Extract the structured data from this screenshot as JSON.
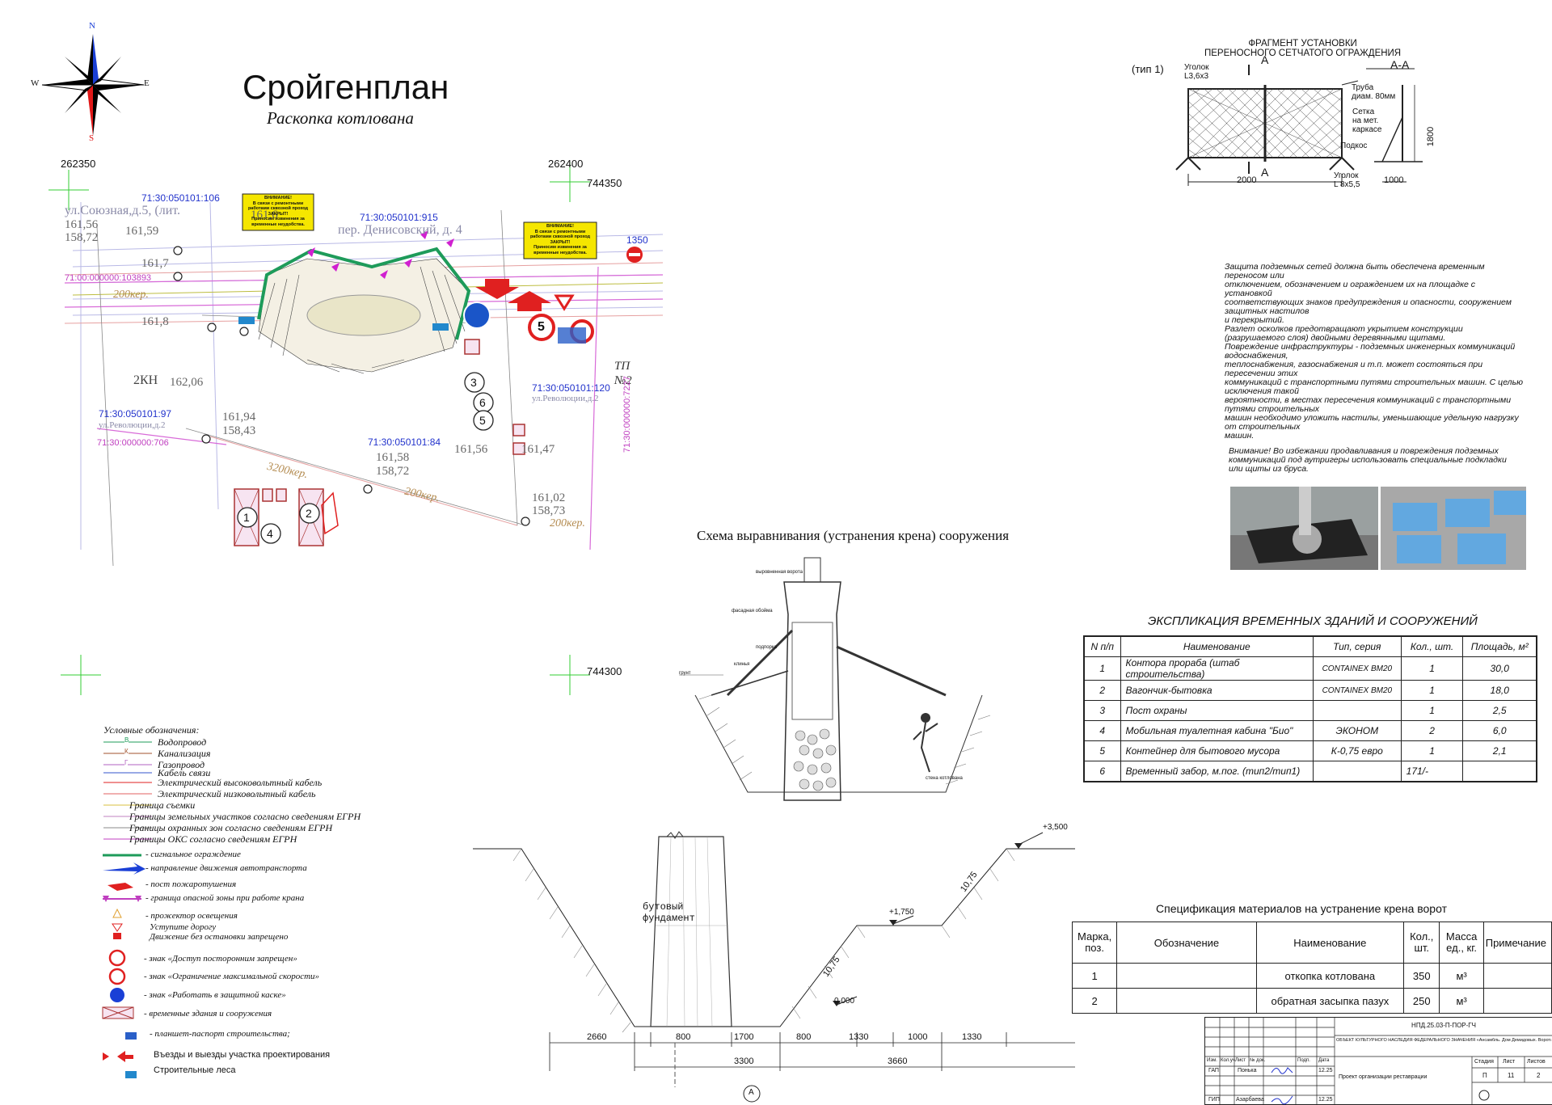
{
  "header": {
    "title": "Сройгенплан",
    "subtitle": "Раскопка котлована"
  },
  "compass": {
    "n": "N",
    "s": "S",
    "w": "W",
    "e": "E"
  },
  "grid": {
    "x1": "262350",
    "x2": "262400",
    "y1": "744350",
    "y2": "744300"
  },
  "plan_labels": {
    "p1": "71:30:050101:106",
    "p2": "ул.Союзная,д.5, (лит.",
    "p3": "71:30:050101:915",
    "p4": "пер. Денисовский, д. 4",
    "p5": "71:00:000000:103893",
    "p6": "200кер.",
    "p7": "2КН",
    "p8": "71:30:050101:97",
    "p9": "ул.Революции,д.2",
    "p10": "71:30:000000:706",
    "p11": "71:30:050101:84",
    "p12": "71:30:050101:120",
    "p13": "ул.Революции,д.2",
    "p14": "ТП",
    "p15": "№2",
    "p16": "71:30:000000:7227",
    "p17": "200кер.",
    "p18": "200кер.",
    "p19": "3200кер.",
    "e1": "161,56",
    "e2": "158,72",
    "e3": "161,94",
    "e4": "158,43",
    "e5": "161,58",
    "e6": "161,47",
    "e7": "161,02",
    "e8": "158,73",
    "e9": "161,56",
    "e10": "158,72",
    "e11": "161,59",
    "e12": "1350",
    "e13": "162,06",
    "e14": "161,7",
    "e15": "161,8",
    "e16": "161,6",
    "t1": "ВНИМАНИЕ!\nВ связи с ремонтными работами сквозной проход ЗАКРЫТ!\nПриносим извинения за временные неудобства.",
    "t2": "ВНИМАНИЕ!\nВ связи с ремонтными работами сквозной проход ЗАКРЫТ!\nПриносим извинения за временные неудобства.",
    "n1": "1",
    "n2": "2",
    "n3": "3",
    "n4": "4",
    "n5": "5",
    "n6": "6",
    "speed": "5"
  },
  "fence": {
    "title": "ФРАГМЕНТ УСТАНОВКИ\nПЕРЕНОСНОГО СЕТЧАТОГО ОГРАЖДЕНИЯ",
    "type": "(тип 1)",
    "aa": "А-А",
    "a": "А",
    "a2": "А",
    "l1": "Уголок\nL3,6х3",
    "l2": "Труба\nдиам. 80мм",
    "l3": "Сетка\nна мет.\nкаркасе",
    "l4": "Подкос",
    "l5": "Уголок\nL 8х5,5",
    "d1": "2000",
    "d2": "1000",
    "d3": "1800"
  },
  "notes": {
    "n1": "Защита подземных сетей должна быть обеспечена временным\nпереносом или\nотключением, обозначением и ограждением их на площадке с\nустановкой\nсоответствующих знаков предупреждения и опасности, сооружением\nзащитных настилов\nи перекрытий.\nРазлет осколков  предотвращают укрытием конструкции\n(разрушаемого слоя) двойными деревянными щитами.\nПовреждение инфраструктуры - подземных инженерных коммуникаций\nводоснабжения,\nтеплоснабжения, газоснабжения и т.п. может состояться при\nпересечении этих\nкоммуникаций с транспортными путями строительных машин. С целью\nисключения такой\nвероятности, в местах пересечения коммуникаций с транспортными\nпутями строительных\nмашин необходимо уложить настилы, уменьшающие удельную нагрузку\nот строительных\nмашин.",
    "n2": "Внимание! Во избежании продавливания и повреждения подземных\nкоммуникаций под аутригеры использовать специальные подкладки\nили щиты из бруса."
  },
  "scheme": {
    "title": "Схема выравнивания (устранения крена) сооружения",
    "l1": "выровненная ворота",
    "l2": "фасадная обойма",
    "l3": "подпорка",
    "l4": "клинья",
    "l5": "грунт",
    "l6": "стена котлована"
  },
  "section": {
    "label": "бутовый\nфундамент",
    "e1": "+3,500",
    "e2": "+1,750",
    "e3": "0,000",
    "s1": "10,75",
    "s2": "10,75",
    "d1": "2660",
    "d2": "800",
    "d3": "1700",
    "d4": "800",
    "d5": "1330",
    "d6": "1000",
    "d7": "1330",
    "t1": "3300",
    "t2": "3660",
    "axis": "А"
  },
  "explication": {
    "title": "ЭКСПЛИКАЦИЯ ВРЕМЕННЫХ ЗДАНИЙ И СООРУЖЕНИЙ",
    "headers": [
      "N п/п",
      "Наименование",
      "Тип, серия",
      "Кол., шт.",
      "Площадь, м²"
    ],
    "rows": [
      [
        "1",
        "Контора прораба (штаб строительства)",
        "CONTAINEX BM20",
        "1",
        "30,0"
      ],
      [
        "2",
        "Вагончик-бытовка",
        "CONTAINEX BM20",
        "1",
        "18,0"
      ],
      [
        "3",
        "Пост охраны",
        "",
        "1",
        "2,5"
      ],
      [
        "4",
        "Мобильная туалетная кабина  \"Био\"",
        "ЭКОНОМ",
        "2",
        "6,0"
      ],
      [
        "5",
        "Контейнер для бытового мусора",
        "К-0,75 евро",
        "1",
        "2,1"
      ],
      [
        "6",
        "Временный забор, м.пог.  (тип2/тип1)",
        "",
        "171/-",
        ""
      ]
    ]
  },
  "spec": {
    "title": "Спецификация материалов на устранение крена ворот",
    "headers": [
      "Марка,\nпоз.",
      "Обозначение",
      "Наименование",
      "Кол.,\nшт.",
      "Масса\nед., кг.",
      "Примечание"
    ],
    "rows": [
      [
        "1",
        "",
        "откопка котлована",
        "350",
        "м³",
        ""
      ],
      [
        "2",
        "",
        "обратная засыпка пазух",
        "250",
        "м³",
        ""
      ]
    ]
  },
  "legend": {
    "title": "Условные обозначения:",
    "items": [
      "Водопровод",
      "Канализация",
      "Газопровод",
      "Кабель связи",
      "Электрический высоковольтный кабель",
      "Электрический низковольтный кабель",
      "Граница съемки",
      "Границы земельных участков согласно сведениям ЕГРН",
      "Границы охранных зон согласно сведениям ЕГРН",
      "Границы ОКС согласно сведениям ЕГРН"
    ],
    "letters": [
      "В",
      "К",
      "Г"
    ],
    "symbols": [
      "- сигнальное ограждение",
      "- направление движения автотранспорта",
      "- пост пожаротушения",
      "- граница опасной зоны при работе крана",
      "- прожектор освещения",
      "Уступите дорогу",
      "Движение без остановки запрещено",
      "- знак «Доступ посторонним запрещен»",
      "- знак «Ограничение максимальной скорости»",
      "- знак «Работать в защитной каске»",
      "- временные здания и сооружения",
      "- планшет-паспорт строительства;",
      "Въезды и выезды участка проектирования",
      "Строительные леса"
    ]
  },
  "stamp": {
    "code": "НПД.25.03-П-ПОР-ГЧ",
    "desc": "ОБЪЕКТ КУЛЬТУРНОГО НАСЛЕДИЯ ФЕДЕРАЛЬНОГО ЗНАЧЕНИЯ «Ансамбль. Дом Демидовых. Ворота, XVIII в.»...",
    "r1": "ГАП",
    "r2": "ГИП",
    "n1": "Понька",
    "n2": "Азарбаева",
    "d1": "12.25",
    "d2": "12.25",
    "h": [
      "Изм.",
      "Кол.уч",
      "Лист",
      "№ док.",
      "Подп.",
      "Дата"
    ],
    "proj": "Проект организации реставрации",
    "stage": "Стадия",
    "sheet": "Лист",
    "sheets": "Листов",
    "sv": "П",
    "shv": "11",
    "shs": "2"
  },
  "colors": {
    "green": "#1e9b5a",
    "magenta": "#c03fc0",
    "blue": "#2233cc",
    "red": "#e02020",
    "yellow": "#f5e600"
  }
}
